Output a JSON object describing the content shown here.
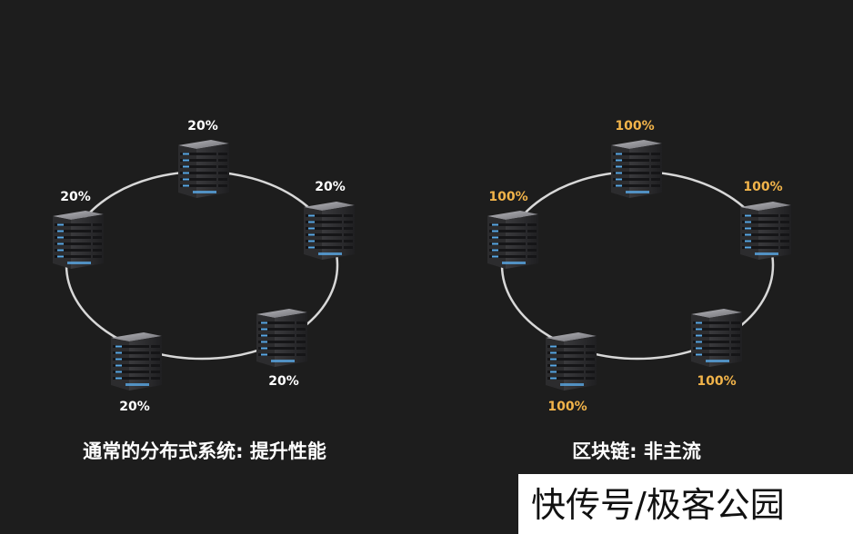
{
  "colors": {
    "background": "#1d1d1d",
    "ring": "#d8d8d8",
    "label_distributed": "#ffffff",
    "label_blockchain": "#f2b44a",
    "server_body": "#2c2c2e",
    "server_top": "#8c8c90",
    "server_led": "#5aa9e6"
  },
  "distributed": {
    "caption": "通常的分布式系统: 提升性能",
    "nodes": [
      {
        "label": "20%"
      },
      {
        "label": "20%"
      },
      {
        "label": "20%"
      },
      {
        "label": "20%"
      },
      {
        "label": "20%"
      }
    ]
  },
  "blockchain": {
    "caption": "区块链: 非主流",
    "nodes": [
      {
        "label": "100%"
      },
      {
        "label": "100%"
      },
      {
        "label": "100%"
      },
      {
        "label": "100%"
      },
      {
        "label": "100%"
      }
    ]
  },
  "watermark": "快传号/极客公园",
  "icons": {
    "node": "server-rack-icon"
  }
}
